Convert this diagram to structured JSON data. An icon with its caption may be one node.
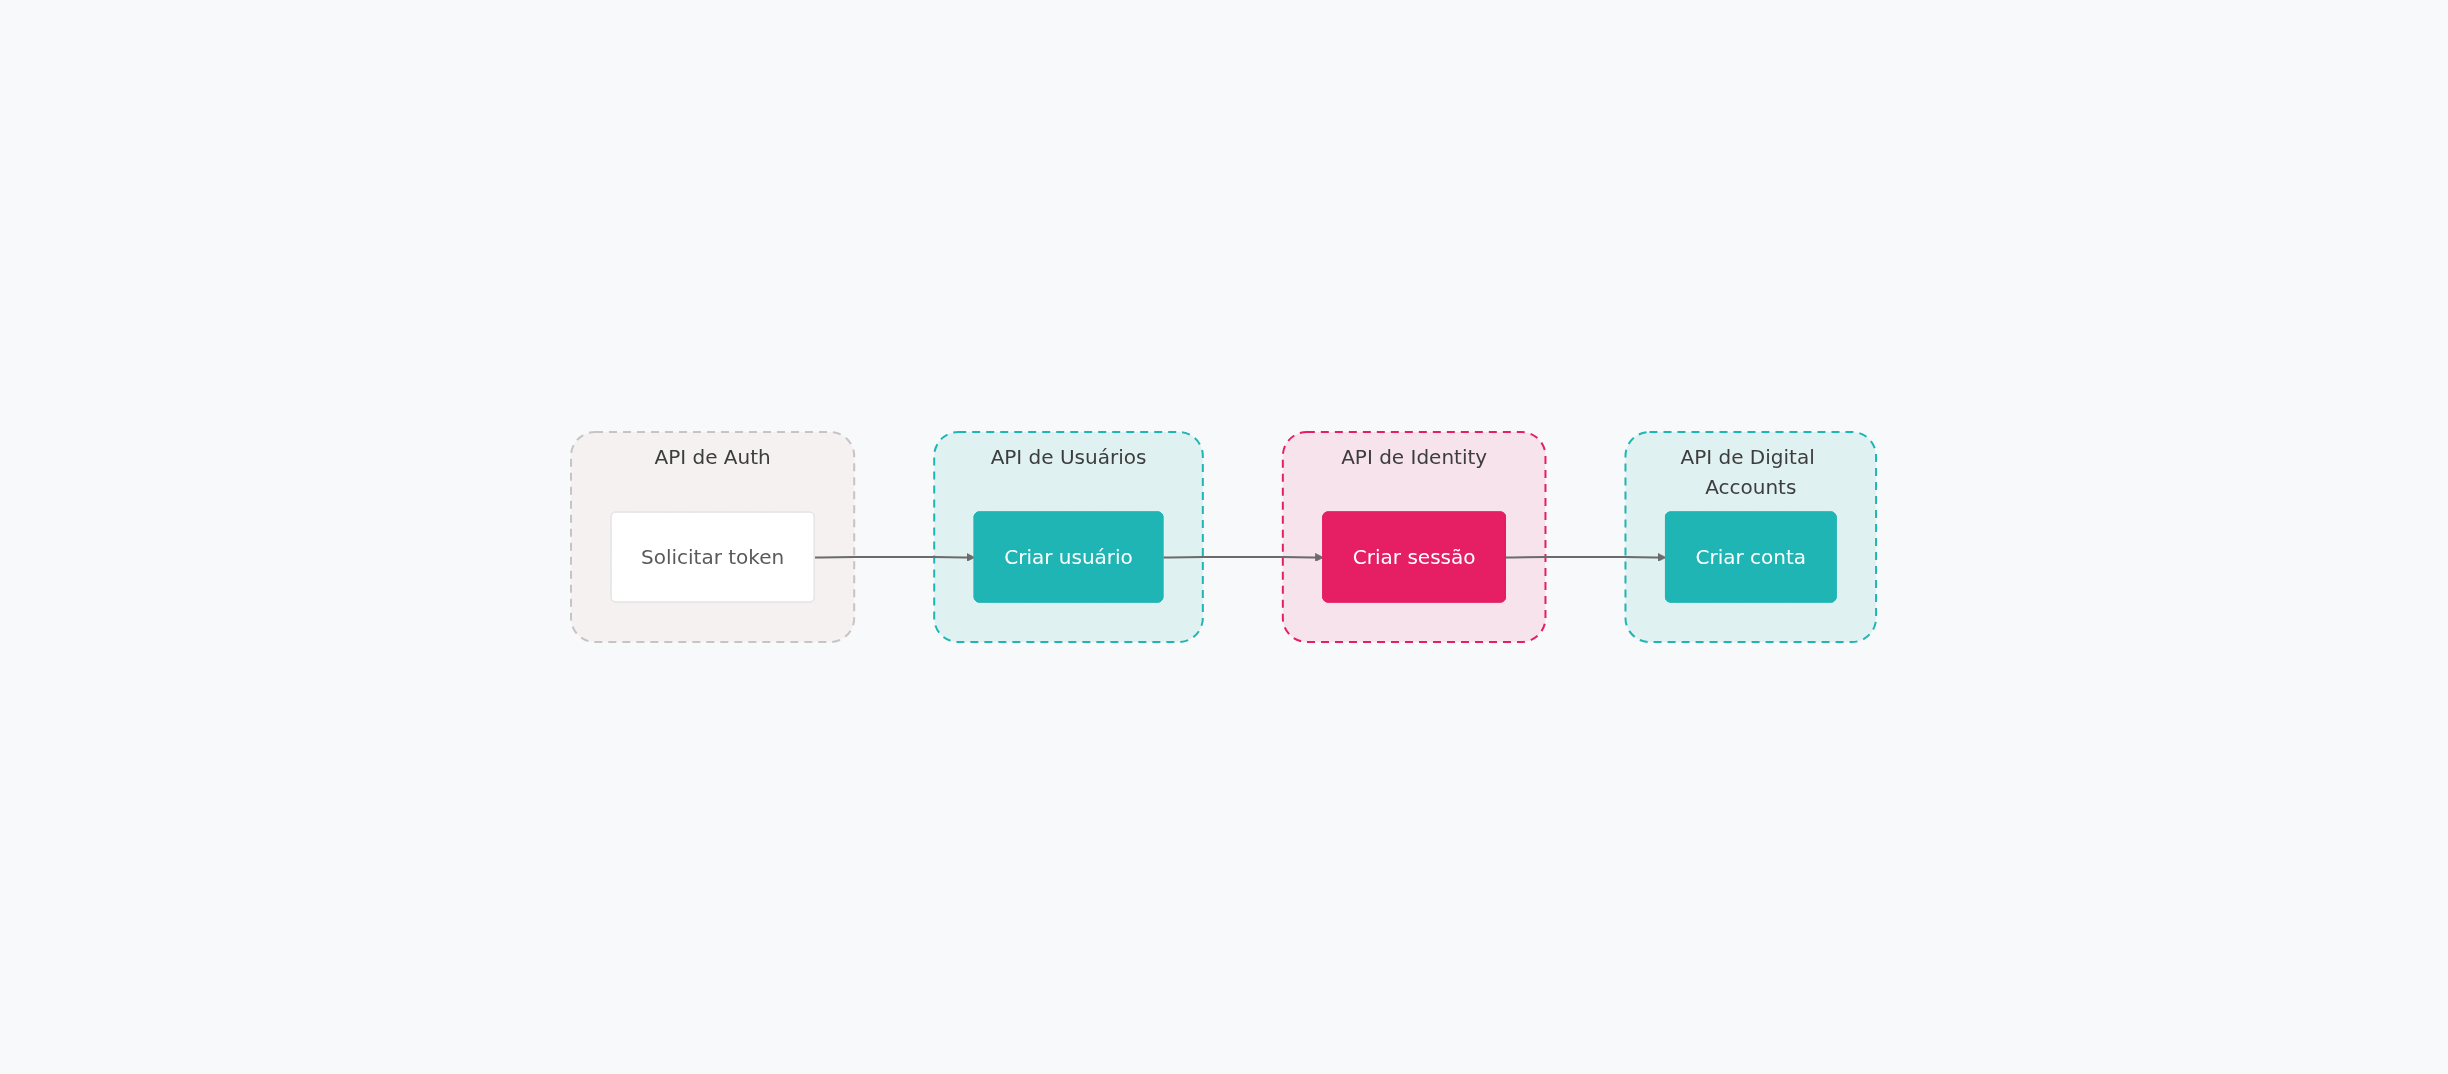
{
  "diagram": {
    "nodes": [
      {
        "text": [
          "API de Auth"
        ]
      },
      {
        "text": [
          "Solicitar token"
        ],
        "in": 0
      },
      {
        "text": [
          "API de Usuários"
        ]
      },
      {
        "text": [
          "Criar usuário"
        ],
        "in": 2
      },
      {
        "text": [
          "API de Identity"
        ]
      },
      {
        "text": [
          "Criar sessão"
        ],
        "in": 4
      },
      {
        "text": [
          "API de Digital Accounts"
        ]
      },
      {
        "text": [
          "Criar conta"
        ],
        "in": 6
      }
    ],
    "edges": [
      {
        "from": 1,
        "to": 3,
        "arrow": "to"
      },
      {
        "from": 3,
        "to": 5,
        "arrow": "to"
      },
      {
        "from": 5,
        "to": 7,
        "arrow": "to"
      }
    ]
  }
}
